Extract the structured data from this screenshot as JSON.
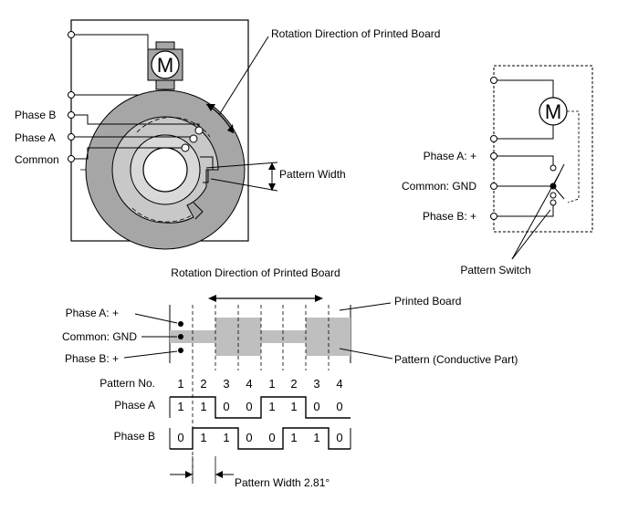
{
  "top_left": {
    "motor_letter": "M",
    "rotation_label": "Rotation Direction of Printed Board",
    "phase_b_label": "Phase B",
    "phase_a_label": "Phase A",
    "common_label": "Common",
    "pattern_width_label": "Pattern Width"
  },
  "top_right": {
    "motor_letter": "M",
    "phase_a_label": "Phase A: +",
    "common_label": "Common: GND",
    "phase_b_label": "Phase B: +",
    "switch_label": "Pattern Switch"
  },
  "bottom": {
    "rotation_label": "Rotation Direction of Printed Board",
    "phase_a_label": "Phase A: +",
    "common_label": "Common: GND",
    "phase_b_label": "Phase B: +",
    "printed_board_label": "Printed Board",
    "pattern_label": "Pattern (Conductive Part)",
    "pattern_no_label": "Pattern No.",
    "phase_a_row_label": "Phase A",
    "phase_b_row_label": "Phase B",
    "pattern_numbers": [
      "1",
      "2",
      "3",
      "4",
      "1",
      "2",
      "3",
      "4"
    ],
    "phase_a_values": [
      "1",
      "1",
      "0",
      "0",
      "1",
      "1",
      "0",
      "0"
    ],
    "phase_b_values": [
      "0",
      "1",
      "1",
      "0",
      "0",
      "1",
      "1",
      "0"
    ],
    "pattern_width_label": "Pattern Width 2.81°"
  },
  "colors": {
    "board_fill": "#a6a6a6",
    "pattern_fill": "#c8c8c8",
    "inner_ring": "#d9d9d9",
    "line": "#000000"
  }
}
